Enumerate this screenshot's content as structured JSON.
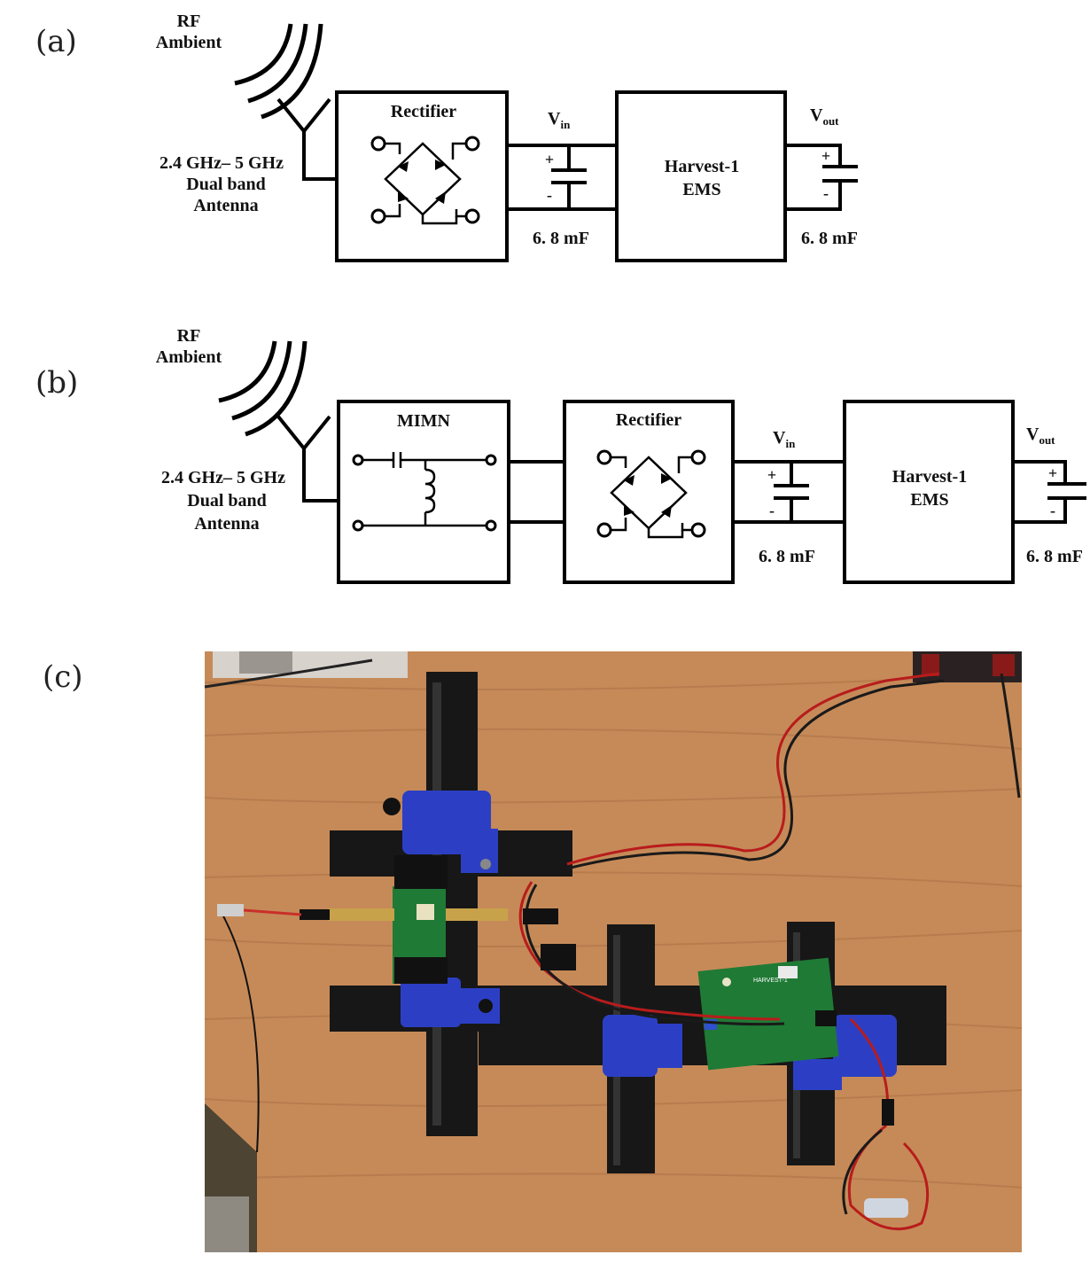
{
  "panel_labels": {
    "a": "(a)",
    "b": "(b)",
    "c": "(c)"
  },
  "rf_source": {
    "line1": "RF",
    "line2": "Ambient"
  },
  "antenna": {
    "line1": "2.4 GHz– 5 GHz",
    "line2": "Dual band",
    "line3": "Antenna"
  },
  "blocks": {
    "rectifier": "Rectifier",
    "mimn": "MIMN",
    "ems_line1": "Harvest-1",
    "ems_line2": "EMS"
  },
  "capacitors": {
    "vin_main": "V",
    "vin_sub": "in",
    "vout_main": "V",
    "vout_sub": "out",
    "value": "6. 8 mF",
    "plus": "+",
    "minus": "-"
  },
  "photo": {
    "board_text": "HARVEST-1",
    "colors": {
      "wood": "#c88d5c",
      "mount_blue": "#2a3fc8",
      "rail_black": "#161616",
      "pcb_green": "#1f7a35",
      "wire_red": "#b81c1c"
    }
  }
}
